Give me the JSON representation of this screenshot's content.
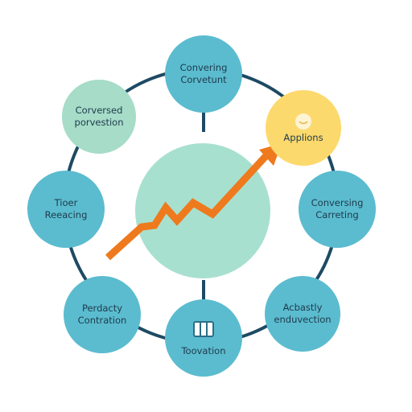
{
  "colors": {
    "ring": "#1d4a63",
    "node_blue": "#5bbccf",
    "node_mint": "#a6dcc8",
    "node_yellow": "#fcd96d",
    "center": "#a8e0cf",
    "arrow": "#ee7a1d",
    "text": "#1e3a4c"
  },
  "nodes": {
    "top": {
      "line1": "Convering",
      "line2": "Corvetunt",
      "icon": ""
    },
    "top_right": {
      "line1": "Applions",
      "line2": "",
      "icon": "smile-icon"
    },
    "right": {
      "line1": "Conversing",
      "line2": "Carreting",
      "icon": ""
    },
    "bottom_right": {
      "line1": "Acbastly",
      "line2": "enduvection",
      "icon": ""
    },
    "bottom": {
      "line1": "Toovation",
      "line2": "",
      "icon": "box-icon"
    },
    "bottom_left": {
      "line1": "Perdacty",
      "line2": "Contration",
      "icon": ""
    },
    "left": {
      "line1": "Tioer",
      "line2": "Reeacing",
      "icon": ""
    },
    "top_left": {
      "line1": "Corversed",
      "line2": "porvestion",
      "icon": ""
    }
  },
  "center": {
    "icon": "trending-up-arrow-icon"
  }
}
